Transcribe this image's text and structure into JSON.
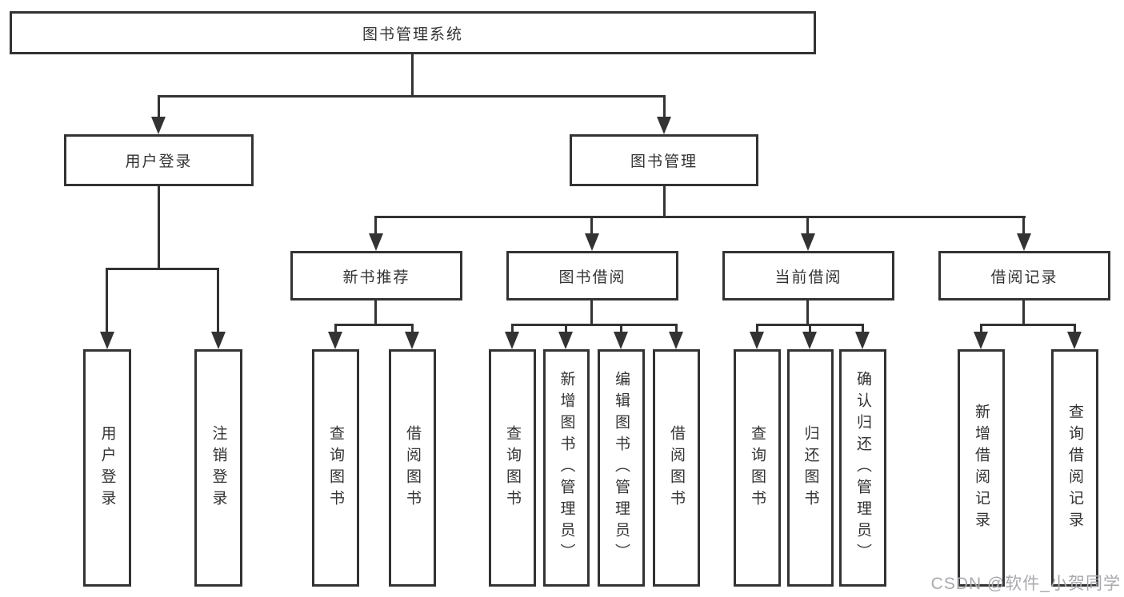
{
  "colors": {
    "line": "#333333",
    "text": "#333333",
    "watermark": "#a9a9ae",
    "background": "#ffffff"
  },
  "watermark": "CSDN @软件_小贺同学",
  "tree": {
    "root": {
      "label": "图书管理系统"
    },
    "branches": [
      {
        "label": "用户登录",
        "children": [
          {
            "label": "用户登录"
          },
          {
            "label": "注销登录"
          }
        ]
      },
      {
        "label": "图书管理",
        "children": [
          {
            "label": "新书推荐",
            "children": [
              {
                "label": "查询图书"
              },
              {
                "label": "借阅图书"
              }
            ]
          },
          {
            "label": "图书借阅",
            "children": [
              {
                "label": "查询图书"
              },
              {
                "label": "新增图书（管理员）"
              },
              {
                "label": "编辑图书（管理员）"
              },
              {
                "label": "借阅图书"
              }
            ]
          },
          {
            "label": "当前借阅",
            "children": [
              {
                "label": "查询图书"
              },
              {
                "label": "归还图书"
              },
              {
                "label": "确认归还（管理员）"
              }
            ]
          },
          {
            "label": "借阅记录",
            "children": [
              {
                "label": "新增借阅记录"
              },
              {
                "label": "查询借阅记录"
              }
            ]
          }
        ]
      }
    ]
  }
}
